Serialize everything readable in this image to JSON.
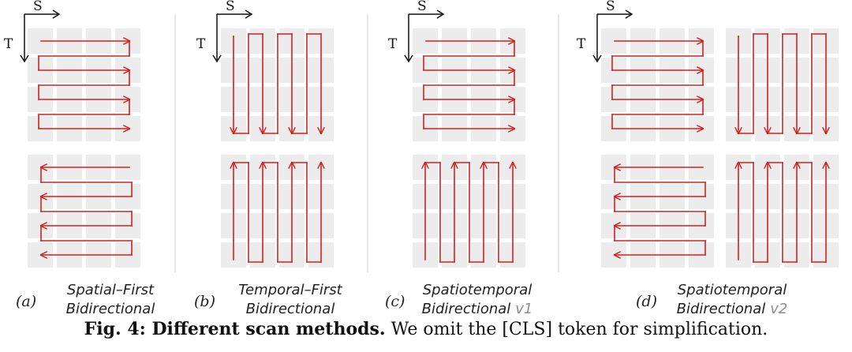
{
  "axes": {
    "spatial_label": "S",
    "temporal_label": "T"
  },
  "panels": [
    {
      "letter": "(a)",
      "line1": "Spatial–First",
      "line2": "Bidirectional",
      "version": ""
    },
    {
      "letter": "(b)",
      "line1": "Temporal–First",
      "line2": "Bidirectional",
      "version": ""
    },
    {
      "letter": "(c)",
      "line1": "Spatiotemporal",
      "line2": "Bidirectional",
      "version": "v1"
    },
    {
      "letter": "(d)",
      "line1": "Spatiotemporal",
      "line2": "Bidirectional",
      "version": "v2"
    }
  ],
  "caption": {
    "prefix": "Fig. 4: Different scan methods.",
    "text": "We omit the [CLS] token for simplification."
  },
  "colors": {
    "arrow": "#d42020",
    "cell": "#ececec",
    "divider": "#cfcfcf",
    "text": "#222222"
  }
}
